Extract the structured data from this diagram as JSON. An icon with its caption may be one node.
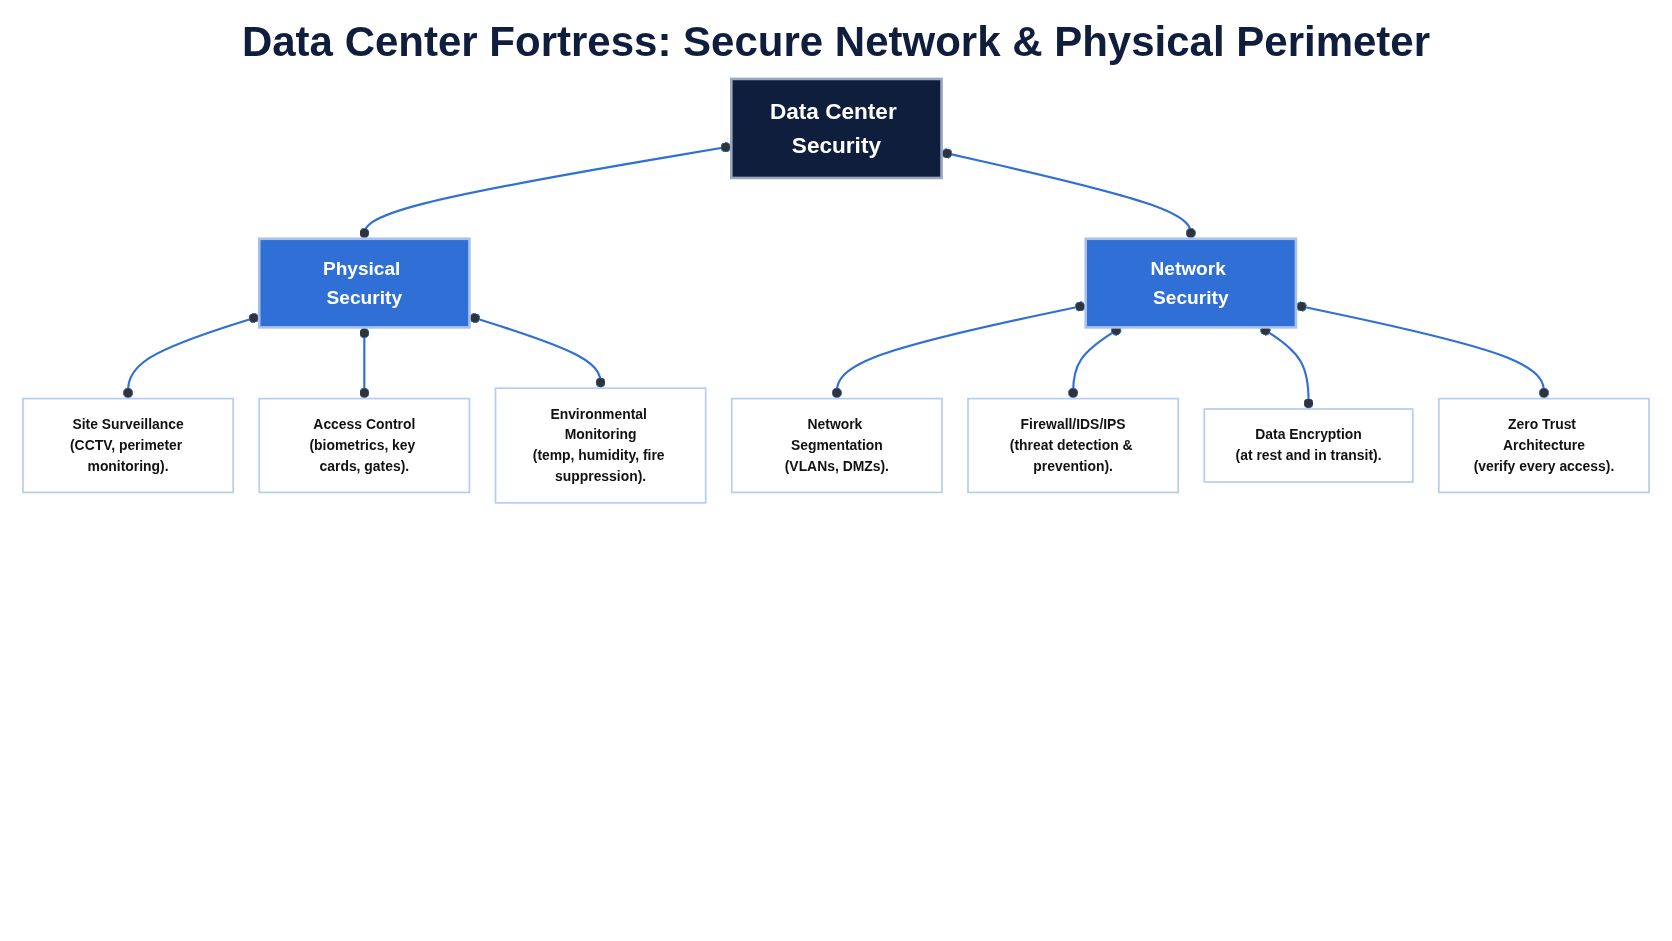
{
  "diagram": {
    "title": "Data Center Fortress: Secure Network & Physical Perimeter",
    "nodes": [
      {
        "text": [
          "Data Center Security"
        ]
      },
      {
        "text": [
          "Physical Security"
        ]
      },
      {
        "text": [
          "Network Security"
        ]
      },
      {
        "text": [
          "Site Surveillance",
          "(CCTV, perimeter monitoring)."
        ]
      },
      {
        "text": [
          "Access Control",
          "(biometrics, key cards, gates)."
        ]
      },
      {
        "text": [
          "Environmental Monitoring",
          "(temp, humidity, fire suppression)."
        ]
      },
      {
        "text": [
          "Network Segmentation",
          "(VLANs, DMZs)."
        ]
      },
      {
        "text": [
          "Firewall/IDS/IPS",
          "(threat detection & prevention)."
        ]
      },
      {
        "text": [
          "Data Encryption",
          "(at rest and in transit)."
        ]
      },
      {
        "text": [
          "Zero Trust Architecture",
          "(verify every access)."
        ]
      }
    ],
    "edges": [
      {
        "from": 0,
        "to": 1,
        "arrow": "other"
      },
      {
        "from": 0,
        "to": 2,
        "arrow": "other"
      },
      {
        "from": 1,
        "to": 3,
        "arrow": "other"
      },
      {
        "from": 1,
        "to": 4,
        "arrow": "other"
      },
      {
        "from": 1,
        "to": 5,
        "arrow": "other"
      },
      {
        "from": 2,
        "to": 6,
        "arrow": "other"
      },
      {
        "from": 2,
        "to": 7,
        "arrow": "other"
      },
      {
        "from": 2,
        "to": 8,
        "arrow": "other"
      },
      {
        "from": 2,
        "to": 9,
        "arrow": "other"
      }
    ]
  }
}
